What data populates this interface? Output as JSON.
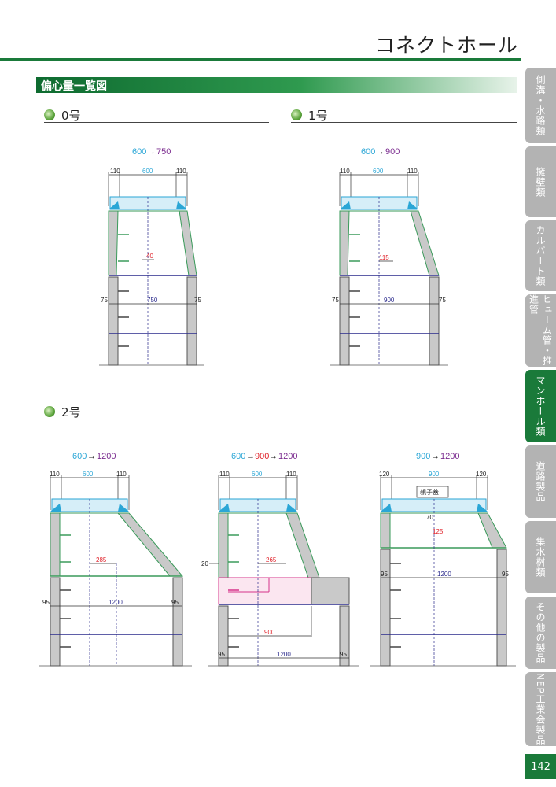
{
  "page": {
    "title": "コネクトホール",
    "number": "142"
  },
  "section": {
    "title": "偏心量一覧図"
  },
  "subsections": {
    "s0": "0号",
    "s1": "1号",
    "s2": "2号"
  },
  "tabs": [
    {
      "label": "側溝・水路類",
      "active": false
    },
    {
      "label": "擁壁類",
      "active": false
    },
    {
      "label": "カルバート類",
      "active": false
    },
    {
      "label": "ヒューム管・推進管",
      "active": false
    },
    {
      "label": "マンホール類",
      "active": true
    },
    {
      "label": "道路製品",
      "active": false
    },
    {
      "label": "集水桝類",
      "active": false
    },
    {
      "label": "その他の製品",
      "active": false
    },
    {
      "label": "NEP工業会製品",
      "active": false
    }
  ],
  "colors": {
    "brand_green": "#1a7a3a",
    "cyan": "#2aa6d6",
    "purple": "#7b2c8f",
    "red": "#e0242c",
    "navy": "#2a2a8c"
  },
  "diagrams": {
    "d0": {
      "title_from": "600",
      "arrow": "→",
      "title_to": "750",
      "dims": {
        "top_left": "110",
        "top_mid": "600",
        "top_right": "110",
        "offset": "40",
        "wall_left": "75",
        "base": "750",
        "wall_right": "75"
      }
    },
    "d1": {
      "title_from": "600",
      "arrow": "→",
      "title_to": "900",
      "dims": {
        "top_left": "110",
        "top_mid": "600",
        "top_right": "110",
        "offset": "115",
        "wall_left": "75",
        "base": "900",
        "wall_right": "75"
      }
    },
    "d2": {
      "title_from": "600",
      "arrow": "→",
      "title_to": "1200",
      "dims": {
        "top_left": "110",
        "top_mid": "600",
        "top_right": "110",
        "offset": "285",
        "wall_left": "95",
        "base": "1200",
        "wall_right": "95"
      }
    },
    "d3": {
      "title_from": "600",
      "arrow1": "→",
      "title_mid": "900",
      "arrow2": "→",
      "title_to": "1200",
      "dims": {
        "top_left": "110",
        "top_mid": "600",
        "top_right": "110",
        "left_side": "20",
        "offset": "265",
        "inner": "900",
        "wall_left": "95",
        "base": "1200",
        "wall_right": "95"
      }
    },
    "d4": {
      "title_from": "900",
      "arrow": "→",
      "title_to": "1200",
      "dims": {
        "top_left": "120",
        "top_mid": "900",
        "top_right": "120",
        "cover": "親子蓋",
        "small": "70",
        "offset": "125",
        "wall_left": "95",
        "base": "1200",
        "wall_right": "95"
      }
    }
  }
}
